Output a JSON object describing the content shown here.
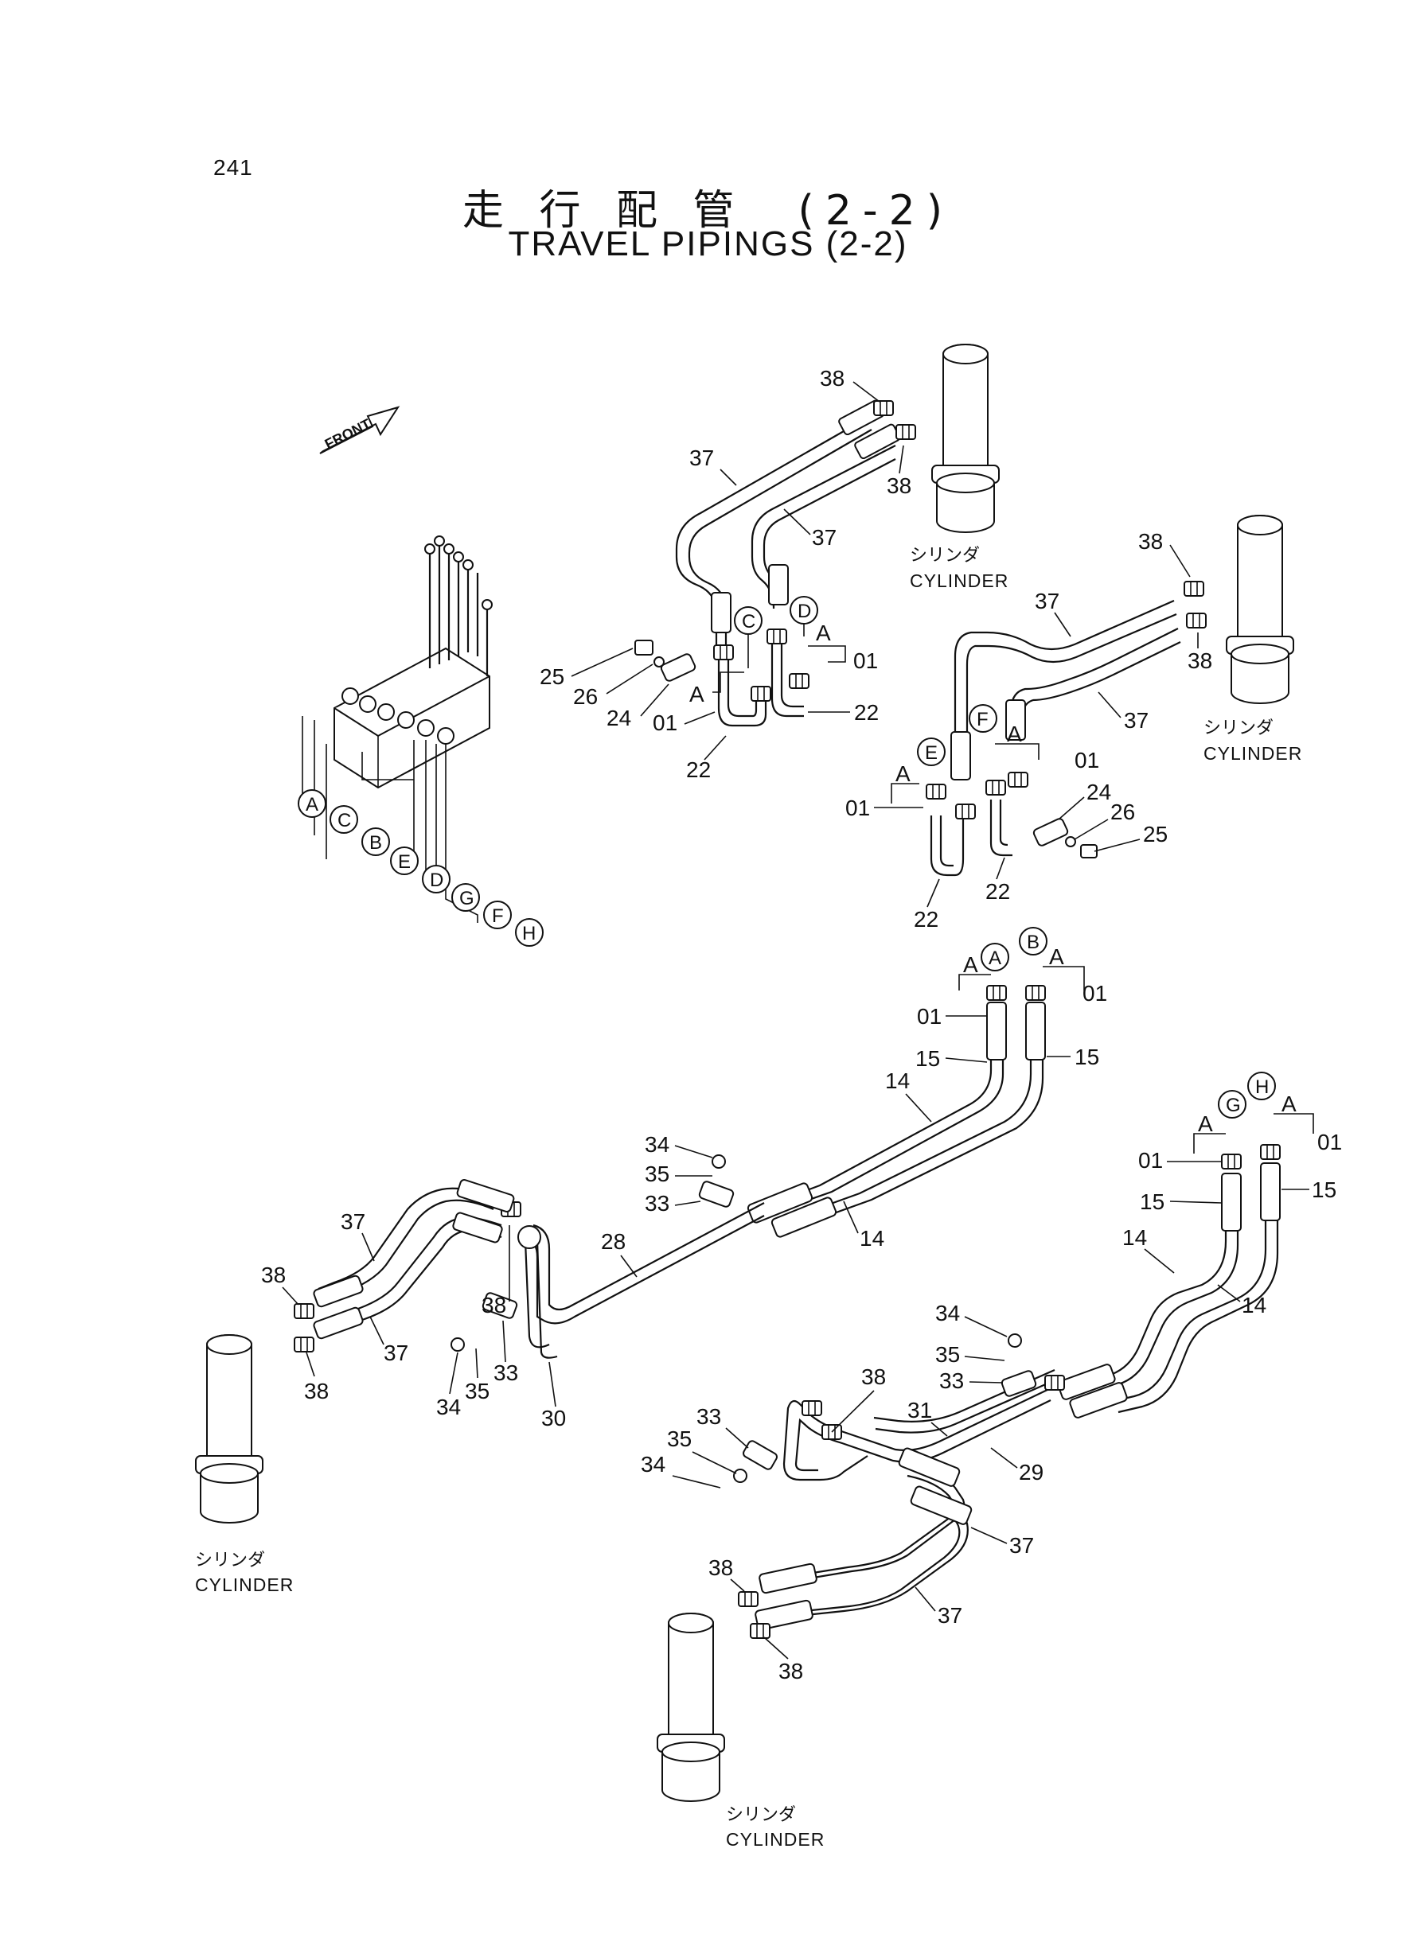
{
  "page": {
    "number": "241",
    "title_jp": "走 行 配 管　(2-2)",
    "title_en": "TRAVEL PIPINGS (2-2)"
  },
  "front_label": "FRONT",
  "cylinder_label_jp": "シリンダ",
  "cylinder_label_en": "CYLINDER",
  "ports": [
    "A",
    "B",
    "C",
    "D",
    "E",
    "F",
    "G",
    "H"
  ],
  "part_numbers": [
    "01",
    "14",
    "15",
    "22",
    "24",
    "25",
    "26",
    "28",
    "29",
    "30",
    "31",
    "33",
    "34",
    "35",
    "37",
    "38"
  ],
  "detail_callout": "A"
}
